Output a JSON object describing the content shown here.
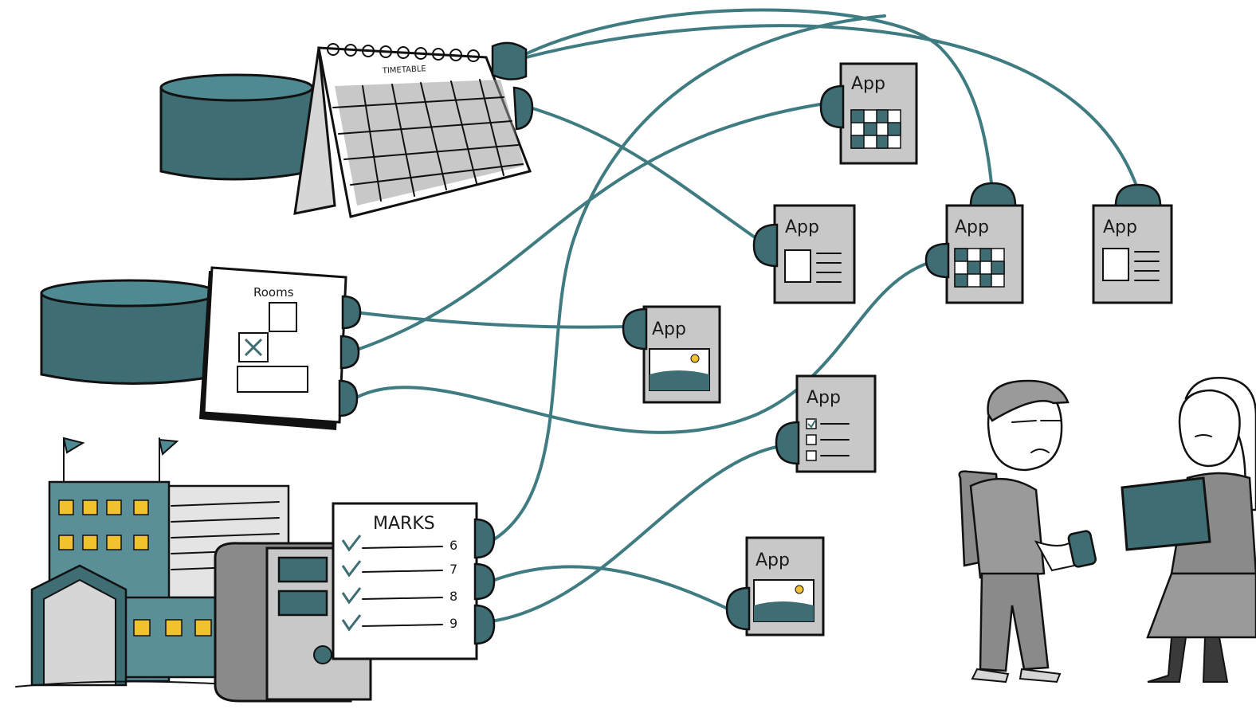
{
  "colors": {
    "teal": "#3e6d73",
    "teal_light": "#4f8a92",
    "wire": "#3f7c82",
    "paper": "#ffffff",
    "grey": "#c8c8c8",
    "dark_grey": "#8a8a8a",
    "window_yellow": "#f2c12e",
    "ink": "#111111"
  },
  "sources": {
    "timetable": {
      "title": "TIMETABLE",
      "icon": "calendar-icon"
    },
    "rooms": {
      "title": "Rooms",
      "icon": "room-plan-icon"
    },
    "marks": {
      "title": "MARKS",
      "rows": [
        "6",
        "7",
        "8",
        "9"
      ],
      "icon": "checklist-icon"
    },
    "school": {
      "icon": "school-building-icon"
    }
  },
  "apps": [
    {
      "id": "app-1",
      "label": "App",
      "screen": "grid"
    },
    {
      "id": "app-2",
      "label": "App",
      "screen": "text"
    },
    {
      "id": "app-3",
      "label": "App",
      "screen": "grid"
    },
    {
      "id": "app-4",
      "label": "App",
      "screen": "text"
    },
    {
      "id": "app-5",
      "label": "App",
      "screen": "image"
    },
    {
      "id": "app-6",
      "label": "App",
      "screen": "checklist"
    },
    {
      "id": "app-7",
      "label": "App",
      "screen": "image"
    }
  ],
  "people": [
    {
      "id": "student",
      "icon": "student-with-phone-icon"
    },
    {
      "id": "teacher",
      "icon": "teacher-with-tablet-icon"
    }
  ]
}
